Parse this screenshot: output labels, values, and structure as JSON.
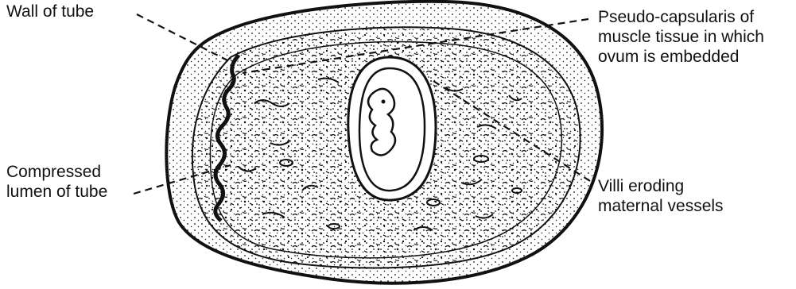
{
  "labels": {
    "wall": [
      "Wall of tube"
    ],
    "pseudo": [
      "Pseudo-capsularis of",
      "muscle tissue in which",
      "ovum is embedded"
    ],
    "compressed": [
      "Compressed",
      "lumen of tube"
    ],
    "villi": [
      "Villi eroding",
      "maternal vessels"
    ]
  },
  "colors": {
    "ink": "#111111",
    "background": "#ffffff",
    "sac": "#ffffff"
  }
}
